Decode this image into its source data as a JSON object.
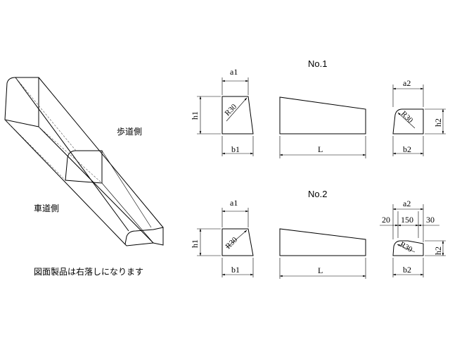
{
  "labels": {
    "sidewalk_side": "歩道側",
    "roadway_side": "車道側",
    "note": "図面製品は右落しになります"
  },
  "no1": {
    "title": "No.1",
    "a1": "a1",
    "b1": "b1",
    "h1": "h1",
    "r1": "R30",
    "L": "L",
    "a2": "a2",
    "b2": "b2",
    "h2": "h2",
    "r2": "R30"
  },
  "no2": {
    "title": "No.2",
    "a1": "a1",
    "b1": "b1",
    "h1": "h1",
    "r1": "R30",
    "L": "L",
    "a2": "a2",
    "b2": "b2",
    "h2": "h2",
    "r2": "R30",
    "d20": "20",
    "d150": "150",
    "d30": "30"
  }
}
